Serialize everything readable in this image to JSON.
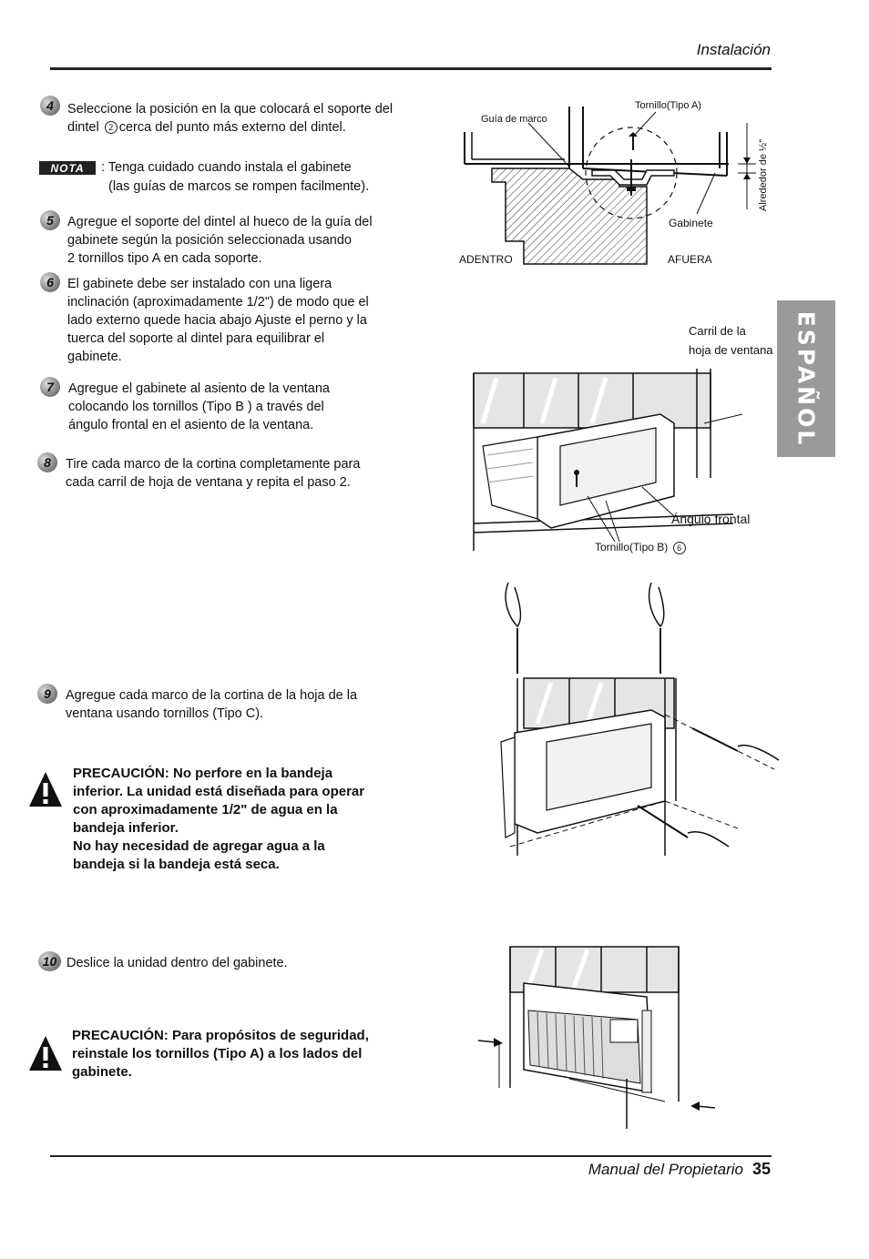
{
  "header": {
    "section": "Instalación"
  },
  "side_tab": {
    "label": "ESPAÑOL"
  },
  "steps": [
    {
      "num": "4",
      "text_a": "Seleccione la posición en la que colocará el soporte del",
      "text_b_pre": "dintel ",
      "circle": "2",
      "text_b_post": "cerca del punto más externo del dintel."
    },
    {
      "num": "5",
      "lines": [
        "Agregue el soporte del dintel  al hueco de la guía del",
        "gabinete según la posición seleccionada usando",
        "2  tornillos tipo A en cada soporte."
      ]
    },
    {
      "num": "6",
      "lines": [
        "El gabinete debe ser instalado con una ligera",
        "inclinación  (aproximadamente 1/2\") de modo que el",
        "lado externo quede hacia abajo  Ajuste el perno y la",
        "tuerca del soporte al dintel para equilibrar el",
        "gabinete."
      ]
    },
    {
      "num": "7",
      "lines": [
        "Agregue el gabinete al asiento de la ventana",
        "colocando los tornillos (Tipo B ) a través del",
        "ángulo frontal en el asiento de la ventana."
      ]
    },
    {
      "num": "8",
      "lines": [
        "Tire cada marco de la cortina completamente para",
        "cada carril de hoja de ventana y repita el paso 2."
      ]
    },
    {
      "num": "9",
      "lines": [
        "Agregue cada marco de la cortina de la hoja de la",
        "ventana usando tornillos (Tipo C)."
      ]
    },
    {
      "num": "10",
      "lines": [
        "Deslice la unidad dentro del gabinete."
      ]
    }
  ],
  "nota": {
    "badge": "NOTA",
    "lines": [
      ": Tenga cuidado cuando instala el gabinete",
      "(las guías de marcos  se rompen facilmente)."
    ]
  },
  "cautions": [
    {
      "lines": [
        "PRECAUCIÓN: No perfore en la bandeja",
        "inferior. La unidad está diseñada para operar",
        "con aproximadamente  1/2\" de agua en la",
        "bandeja inferior.",
        "No hay necesidad de agregar agua a la",
        "bandeja si la bandeja está seca."
      ]
    },
    {
      "lines": [
        "PRECAUCIÓN: Para propósitos de seguridad,",
        "reinstale los tornillos (Tipo A) a los lados del",
        "gabinete."
      ]
    }
  ],
  "figure1": {
    "guia": "Guía de marco",
    "tornillo_a": "Tornillo(Tipo A)",
    "alrededor": "Alrededor de ½\"",
    "gabinete": "Gabinete",
    "adentro": "ADENTRO",
    "afuera": "AFUERA"
  },
  "figure2": {
    "carril_1": "Carril de la",
    "carril_2": "hoja de ventana",
    "angulo": "Ángulo frontal",
    "tornillo_b": "Tornillo(Tipo B)",
    "circle": "6"
  },
  "footer": {
    "text": "Manual del Propietario",
    "page": "35"
  }
}
